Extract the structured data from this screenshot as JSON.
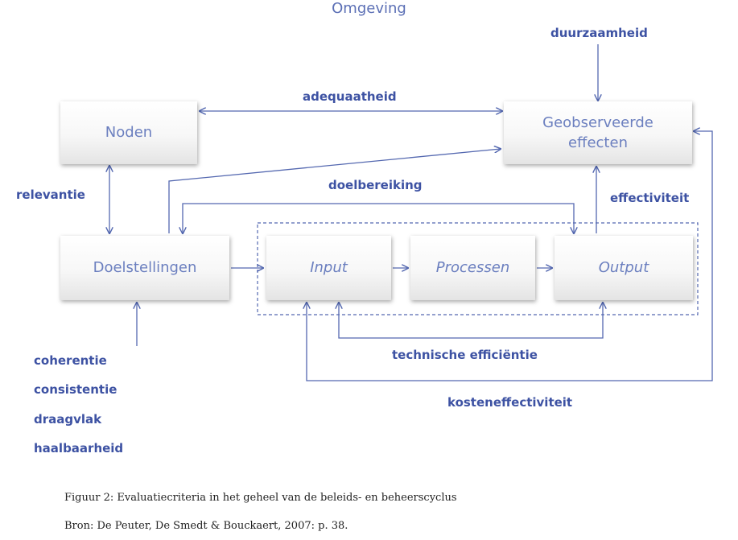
{
  "title": "Omgeving",
  "boxes": {
    "noden": "Noden",
    "geobserveerde_line1": "Geobserveerde",
    "geobserveerde_line2": "effecten",
    "doelstellingen": "Doelstellingen",
    "input": "Input",
    "processen": "Processen",
    "output": "Output"
  },
  "labels": {
    "duurzaamheid": "duurzaamheid",
    "adequaatheid": "adequaatheid",
    "relevantie": "relevantie",
    "doelbereiking": "doelbereiking",
    "effectiviteit": "effectiviteit",
    "technische_efficientie": "technische efficiëntie",
    "kosteneffectiviteit": "kosteneffectiviteit"
  },
  "criteria_list": [
    "coherentie",
    "consistentie",
    "draagvlak",
    "haalbaarheid"
  ],
  "caption": {
    "figure": "Figuur 2: Evaluatiecriteria in het geheel van de beleids- en beheerscyclus",
    "source": "Bron: De Peuter, De Smedt & Bouckaert, 2007: p. 38."
  },
  "colors": {
    "arrow": "#5468b0",
    "label": "#3d52a3",
    "box_text": "#6b7fbf"
  }
}
